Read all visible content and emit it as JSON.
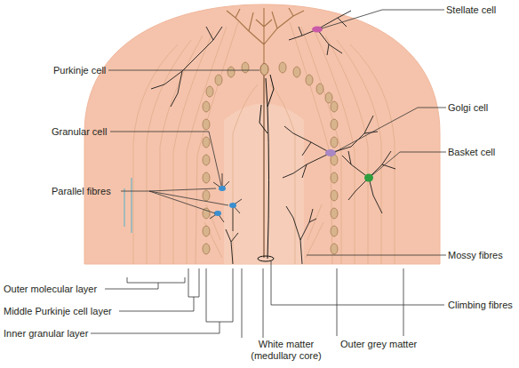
{
  "diagram": {
    "labels": [
      "Stellate cell",
      "Purkinje cell",
      "Golgi cell",
      "Granular cell",
      "Basket cell",
      "Parallel fibres",
      "Mossy fibres",
      "Outer molecular layer",
      "Climbing fibres",
      "Middle Purkinje cell layer",
      "Inner granular layer",
      "White matter (medullary core)",
      "Outer grey matter"
    ]
  }
}
